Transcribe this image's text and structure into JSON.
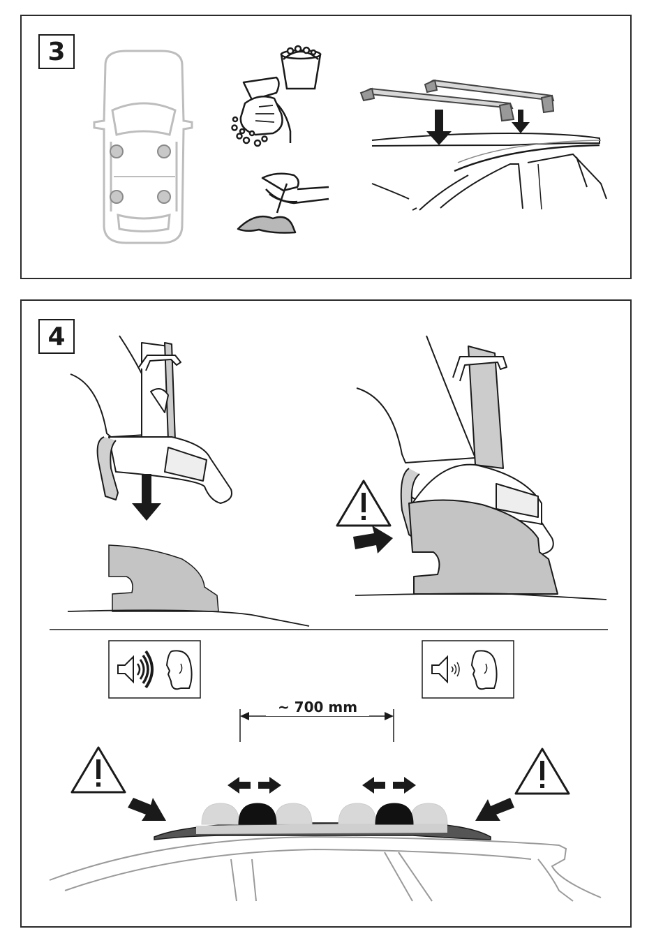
{
  "step3": {
    "number": "3"
  },
  "step4": {
    "number": "4",
    "distance_label": "~ 700 mm",
    "sound_loud_icon": "speaker-loud-icon",
    "sound_quiet_icon": "speaker-quiet-icon",
    "warning_icon": "warning-triangle-icon"
  }
}
